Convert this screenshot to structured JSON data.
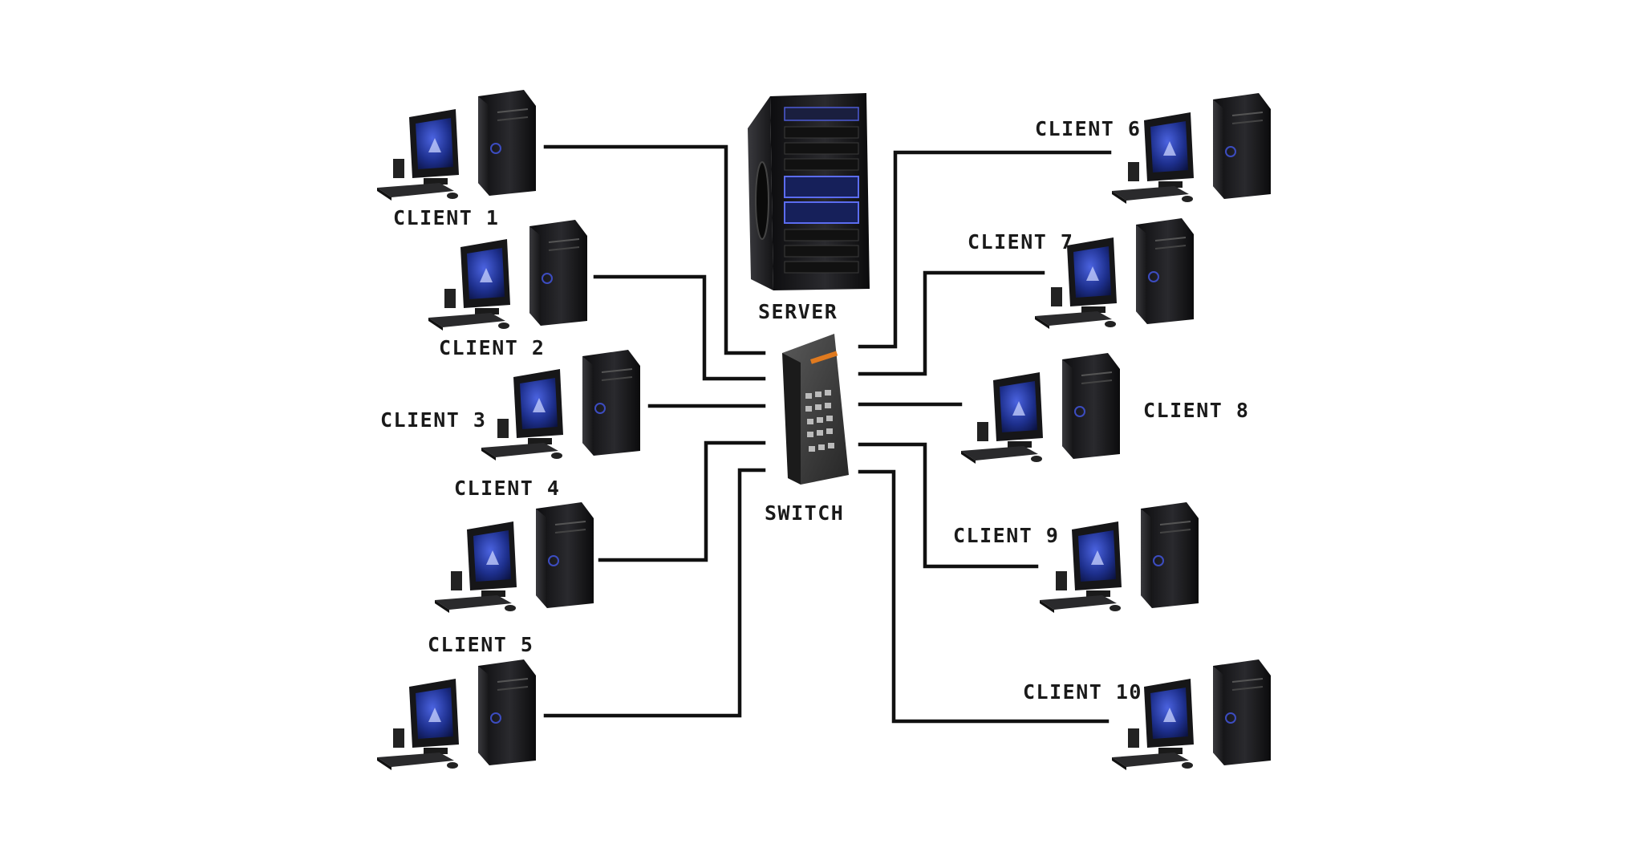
{
  "nodes": {
    "server": {
      "label": "SERVER"
    },
    "switch": {
      "label": "SWITCH"
    },
    "clients": [
      {
        "label": "CLIENT 1"
      },
      {
        "label": "CLIENT 2"
      },
      {
        "label": "CLIENT 3"
      },
      {
        "label": "CLIENT 4"
      },
      {
        "label": "CLIENT 5"
      },
      {
        "label": "CLIENT 6"
      },
      {
        "label": "CLIENT 7"
      },
      {
        "label": "CLIENT 8"
      },
      {
        "label": "CLIENT 9"
      },
      {
        "label": "CLIENT 10"
      }
    ]
  },
  "topology": "star",
  "colors": {
    "case": "#1c1c1e",
    "screen": "#1d2f8c",
    "wire": "#111111",
    "switch_body": "#3a3a3a",
    "background": "#ffffff"
  },
  "icons": {
    "client": "desktop-computer-icon",
    "server": "tower-server-icon",
    "switch": "network-switch-icon"
  }
}
